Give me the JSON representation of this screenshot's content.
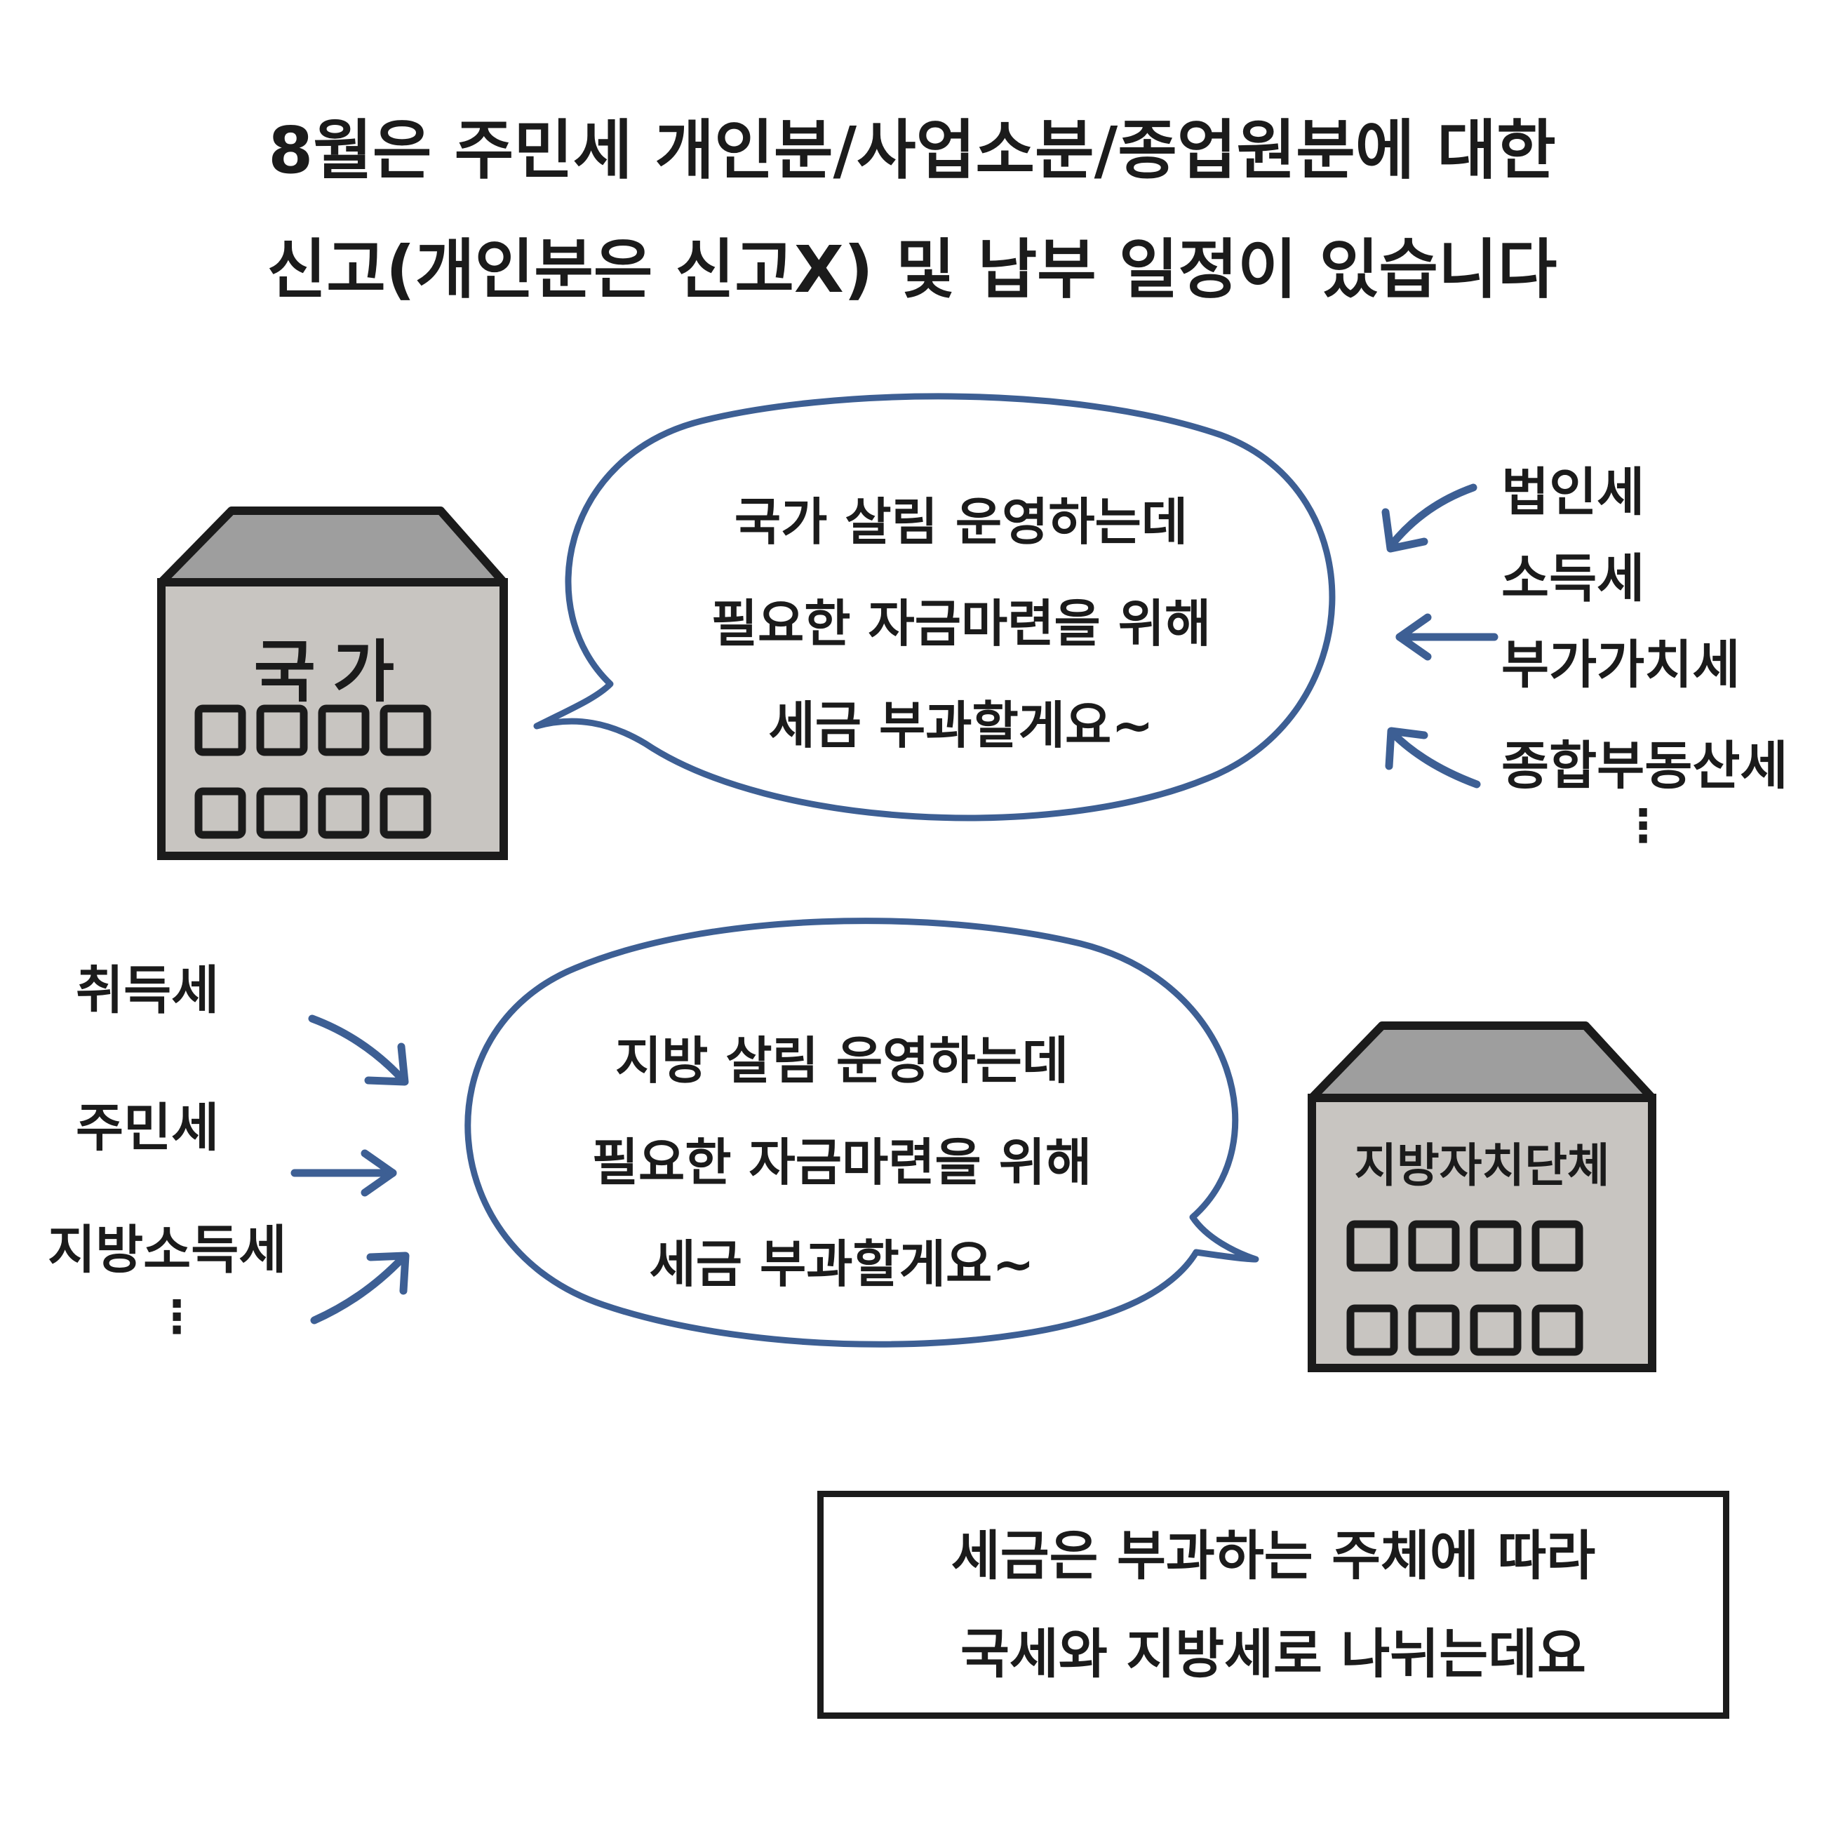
{
  "heading": {
    "line1": "8월은 주민세 개인분/사업소분/종업원분에 대한",
    "line2": "신고(개인분은 신고X) 및 납부 일정이 있습니다"
  },
  "national": {
    "building_label": "국가",
    "speech": [
      "국가 살림 운영하는데",
      "필요한 자금마련을 위해",
      "세금 부과할게요~"
    ],
    "taxes": [
      "법인세",
      "소득세",
      "부가가치세",
      "종합부동산세"
    ],
    "more": "⋮"
  },
  "local": {
    "building_label": "지방자치단체",
    "speech": [
      "지방 살림 운영하는데",
      "필요한 자금마련을 위해",
      "세금 부과할게요~"
    ],
    "taxes": [
      "취득세",
      "주민세",
      "지방소득세"
    ],
    "more": "⋮"
  },
  "note": {
    "line1": "세금은 부과하는 주체에 따라",
    "line2": "국세와 지방세로 나뉘는데요"
  },
  "colors": {
    "ink": "#1b1b1b",
    "building_wall": "#c8c5c1",
    "building_roof": "#9e9e9e",
    "accent_blue": "#3d5f94"
  }
}
